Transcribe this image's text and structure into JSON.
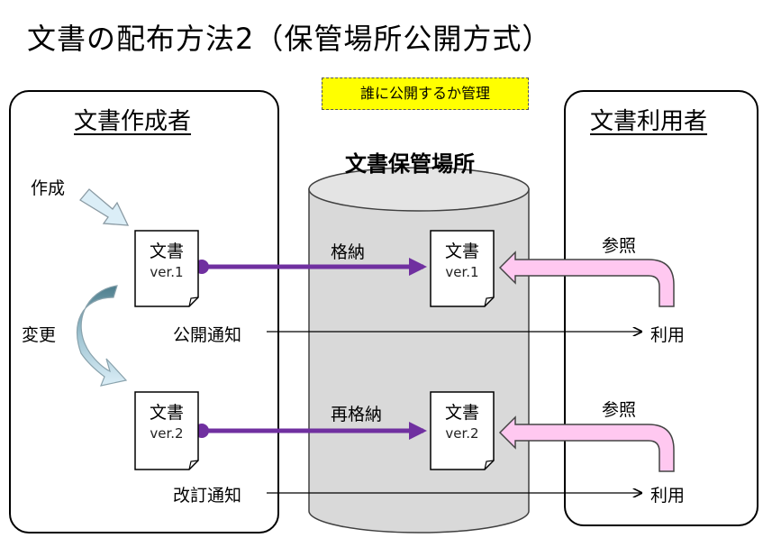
{
  "title": "文書の配布方法2（保管場所公開方式）",
  "note": "誰に公開するか管理",
  "author_panel": {
    "title": "文書作成者"
  },
  "user_panel": {
    "title": "文書利用者"
  },
  "storage": {
    "label": "文書保管場所"
  },
  "labels": {
    "create": "作成",
    "change": "変更",
    "publish_notice": "公開通知",
    "revise_notice": "改訂通知",
    "store": "格納",
    "restore": "再格納",
    "refer": "参照",
    "use": "利用"
  },
  "documents": [
    {
      "title": "文書",
      "version": "ver.1"
    },
    {
      "title": "文書",
      "version": "ver.2"
    }
  ],
  "colors": {
    "purple_arrow": "#7030a0",
    "pink_arrow": "#ffc8f0",
    "cylinder": "#d9d9d9",
    "note_bg": "#ffff00",
    "create_arrow": "#dbeef7",
    "change_arrow_dark": "#4d7d8c"
  }
}
